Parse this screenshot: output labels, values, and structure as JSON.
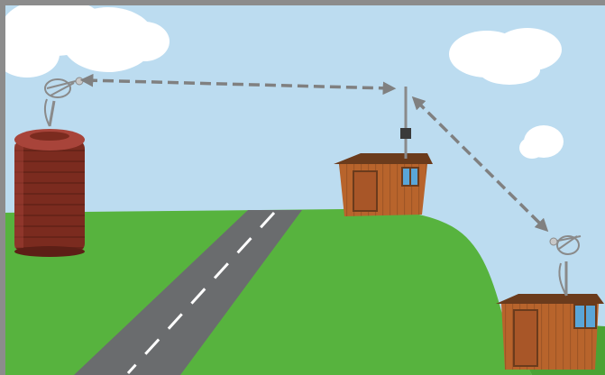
{
  "scene": {
    "colors": {
      "frame": "#8c8c8c",
      "sky": "#bcdcf0",
      "cloud": "#ffffff",
      "grass": "#57b33e",
      "grass_dark": "#4aa334",
      "road": "#6a6c6e",
      "road_line": "#ffffff",
      "tank": "#7b2b1f",
      "tank_light": "#a8443a",
      "shed_wall": "#b8642c",
      "shed_roof": "#6b3b1c",
      "shed_trim": "#8a4a20",
      "window": "#5aa6d8",
      "link_arrow": "#808080",
      "mast": "#8a8a8a"
    },
    "objects": [
      {
        "name": "water-tank",
        "has_antenna": true
      },
      {
        "name": "central-shed",
        "has_antenna": true,
        "antenna_type": "mast-pole"
      },
      {
        "name": "right-shed",
        "has_antenna": true
      }
    ],
    "links": [
      {
        "from": "water-tank",
        "to": "central-shed",
        "style": "dashed-double-arrow"
      },
      {
        "from": "central-shed",
        "to": "right-shed",
        "style": "dashed-double-arrow"
      }
    ]
  }
}
